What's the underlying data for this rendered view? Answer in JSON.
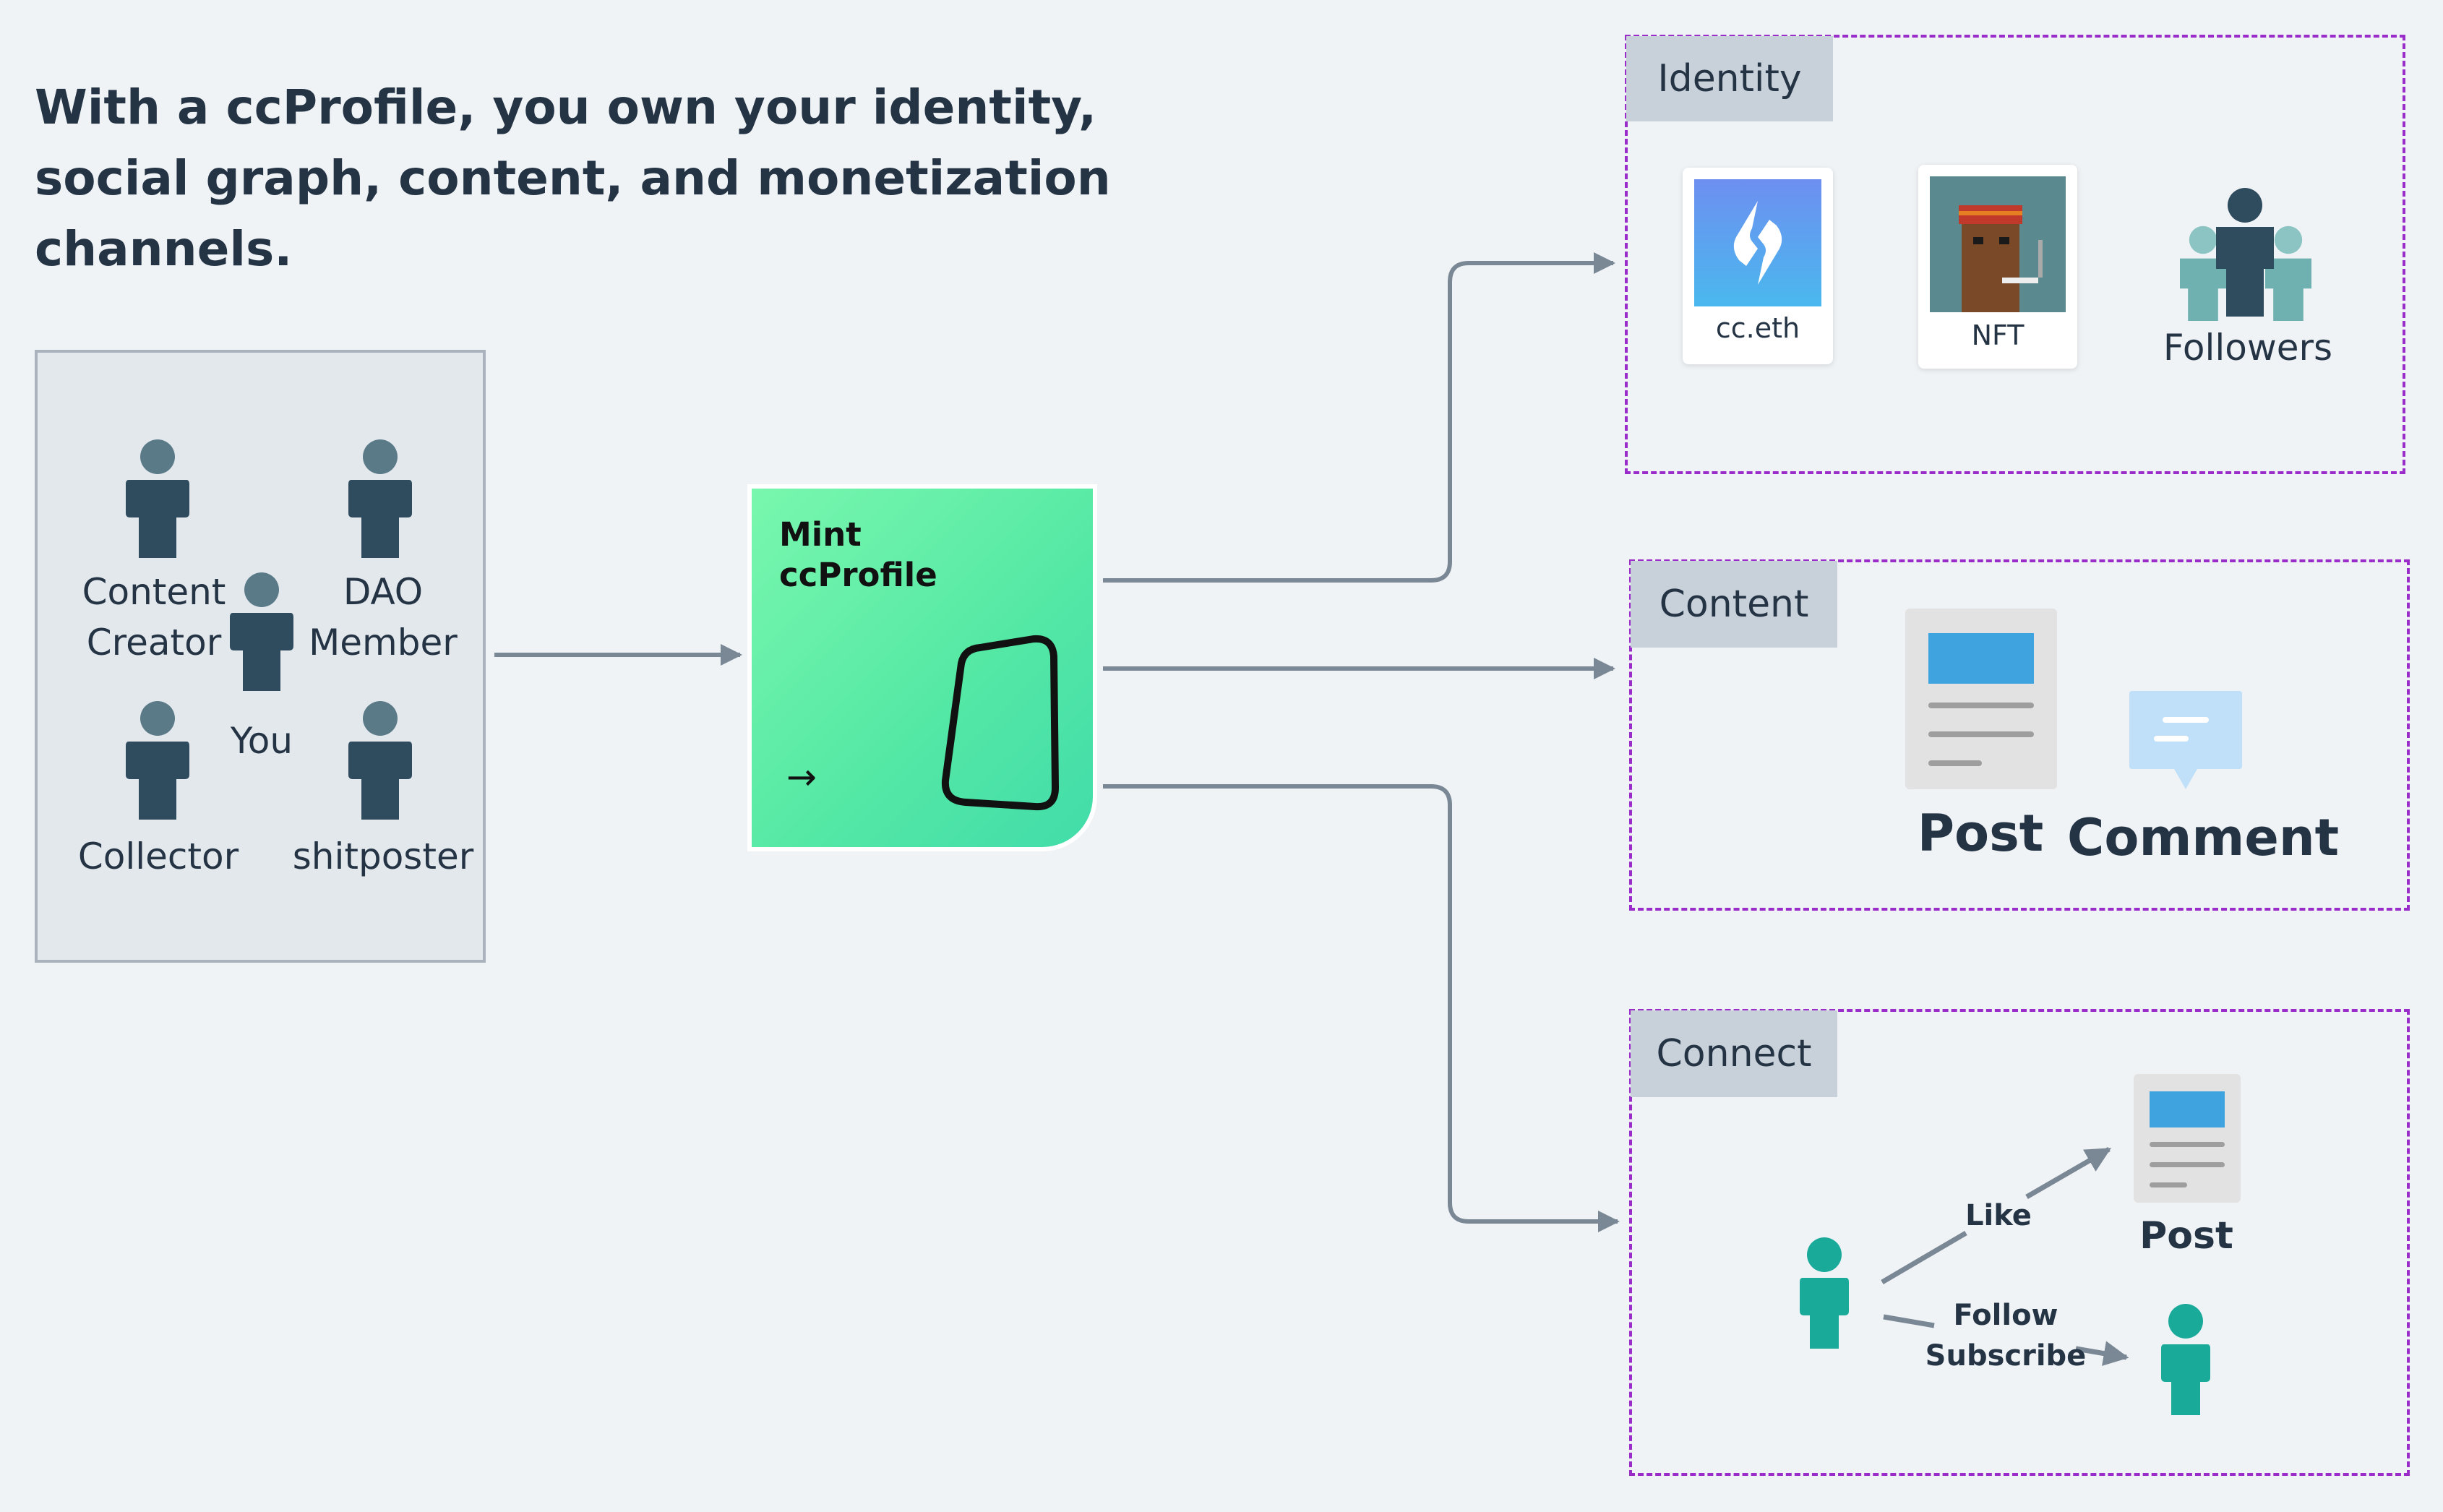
{
  "headline": "With a ccProfile, you own your identity, social graph, content, and monetization channels.",
  "people": {
    "content_creator": "Content Creator",
    "dao_member": "DAO Member",
    "you": "You",
    "collector": "Collector",
    "shitposter": "shitposter"
  },
  "mint": {
    "title": "Mint ccProfile",
    "arrow": "→"
  },
  "identity": {
    "tag": "Identity",
    "ens_label": "cc.eth",
    "nft_label": "NFT",
    "followers_label": "Followers"
  },
  "content": {
    "tag": "Content",
    "post_label": "Post",
    "comment_label": "Comment"
  },
  "connect": {
    "tag": "Connect",
    "post_label": "Post",
    "like_label": "Like",
    "follow_label": "Follow",
    "subscribe_label": "Subscribe"
  },
  "colors": {
    "person_dark": "#2f4b5e",
    "person_head": "#5a7a88",
    "teal": "#1aaa9a",
    "arrow": "#7a8794",
    "group_border": "#9a2cc9",
    "mint_green": "#56e9a5",
    "doc_blue": "#3ea3df"
  },
  "icons": {
    "person": "person-icon",
    "group": "followers-group-icon",
    "ens": "ens-logo-icon",
    "nft": "pixel-nft-icon",
    "post": "document-icon",
    "comment": "chat-bubble-icon",
    "profile_shape": "ccprofile-shape-icon"
  }
}
